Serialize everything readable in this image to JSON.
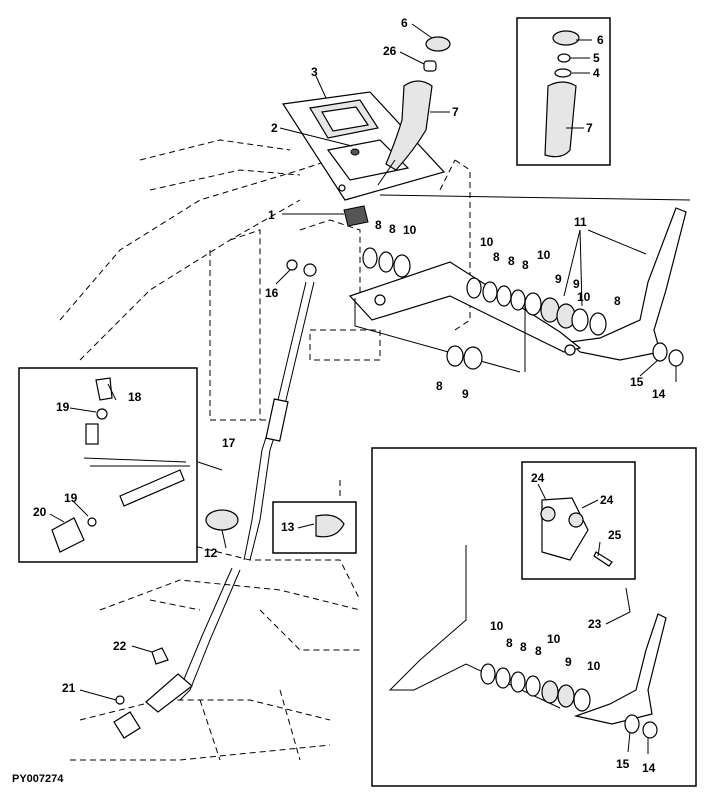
{
  "figure_id": "PY007274",
  "callouts": {
    "c1": "1",
    "c2": "2",
    "c3": "3",
    "c6a": "6",
    "c26": "26",
    "c7a": "7",
    "c6b": "6",
    "c5": "5",
    "c4": "4",
    "c7b": "7",
    "c11": "11",
    "c8a": "8",
    "c8b": "8",
    "c10a": "10",
    "c10b": "10",
    "c8c": "8",
    "c8d": "8",
    "c8e": "8",
    "c10c": "10",
    "c9a": "9",
    "c9b": "9",
    "c10d": "10",
    "c8f": "8",
    "c16": "16",
    "c8g": "8",
    "c9c": "9",
    "c15a": "15",
    "c14a": "14",
    "c18": "18",
    "c19a": "19",
    "c17": "17",
    "c20": "20",
    "c19b": "19",
    "c12": "12",
    "c13": "13",
    "c24a": "24",
    "c24b": "24",
    "c25": "25",
    "c23": "23",
    "c10e": "10",
    "c8h": "8",
    "c8i": "8",
    "c8j": "8",
    "c10f": "10",
    "c9d": "9",
    "c10g": "10",
    "c15b": "15",
    "c14b": "14",
    "c22": "22",
    "c21": "21"
  },
  "colors": {
    "ink": "#000000",
    "paper": "#ffffff",
    "shade": "#e6e6e6"
  }
}
